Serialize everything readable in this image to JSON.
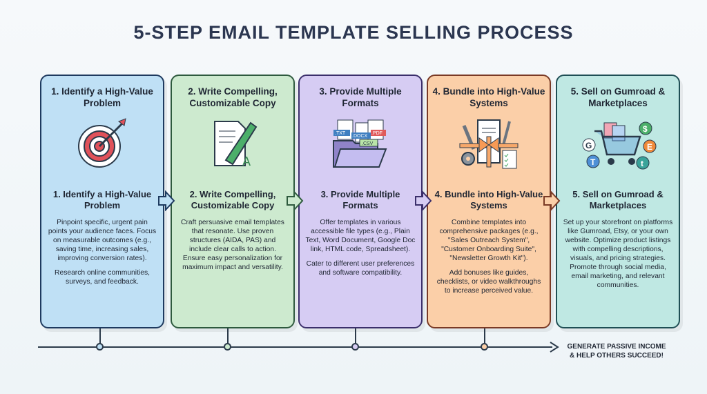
{
  "title": "5-STEP EMAIL TEMPLATE SELLING PROCESS",
  "steps": [
    {
      "heading": "1. Identify a High-Value Problem",
      "subheading": "1. Identify a High-Value Problem",
      "body": [
        "Pinpoint specific, urgent pain points your audience faces. Focus on measurable outcomes (e.g., saving time, increasing sales, improving conversion rates).",
        "Research online communities, surveys, and feedback."
      ],
      "color": "#bfe0f5",
      "border": "#1e3a5f",
      "icon": "target-icon"
    },
    {
      "heading": "2. Write Compelling, Customizable Copy",
      "subheading": "2. Write Compelling, Customizable Copy",
      "body": [
        "Craft persuasive email templates that resonate. Use proven structures (AIDA, PAS) and include clear calls to action. Ensure easy personalization for maximum impact and versatility."
      ],
      "color": "#cdeacf",
      "border": "#2e5a3e",
      "icon": "pen-document-icon"
    },
    {
      "heading": "3. Provide Multiple Formats",
      "subheading": "3. Provide Multiple Formats",
      "body": [
        "Offer templates in various accessible file types (e.g., Plain Text, Word Document, Google Doc link, HTML code, Spreadsheet).",
        "Cater to different user preferences and software compatibility."
      ],
      "color": "#d6ccf3",
      "border": "#3b2f6b",
      "icon": "folder-files-icon",
      "file_labels": [
        ".TXT",
        ".DOCX",
        ".PDF",
        ".CSV"
      ]
    },
    {
      "heading": "4. Bundle into High-Value Systems",
      "subheading": "4. Bundle into High-Value Systems",
      "body": [
        "Combine templates into comprehensive packages (e.g., \"Sales Outreach System\", \"Customer Onboarding Suite\", \"Newsletter Growth Kit\").",
        "Add bonuses like guides, checklists, or video walkthroughs to increase perceived value."
      ],
      "color": "#fbcfa8",
      "border": "#7a3a25",
      "icon": "gift-bundle-icon"
    },
    {
      "heading": "5. Sell on Gumroad & Marketplaces",
      "subheading": "5. Sell on Gumroad & Marketplaces",
      "body": [
        "Set up your storefront on platforms like Gumroad, Etsy, or your own website. Optimize product listings with compelling descriptions, visuals, and pricing strategies. Promote through social media, email marketing, and relevant communities."
      ],
      "color": "#bfe8e3",
      "border": "#1f4f55",
      "icon": "shopping-cart-icon",
      "badges": [
        "G",
        "T",
        "$",
        "E",
        "t"
      ]
    }
  ],
  "goal": "GENERATE PASSIVE INCOME & HELP OTHERS SUCCEED!"
}
